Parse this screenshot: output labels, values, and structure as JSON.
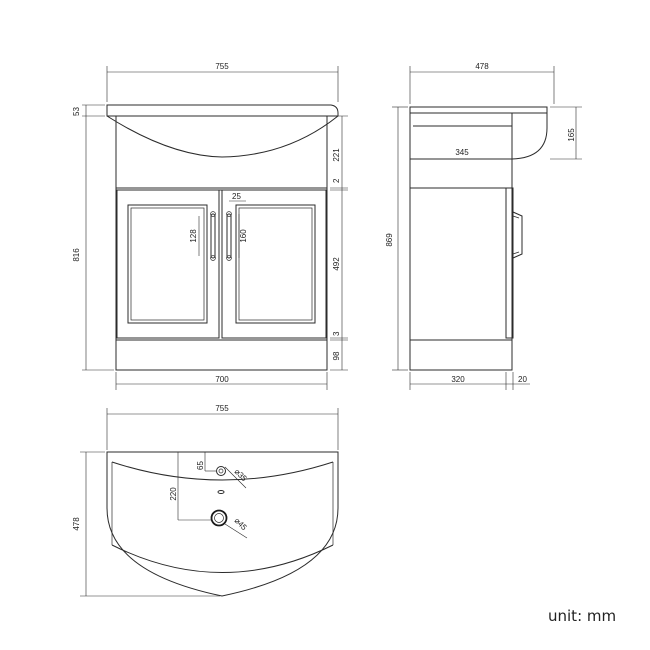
{
  "unit_label": "unit: mm",
  "front_view": {
    "overall_width": "755",
    "basin_rim_height": "53",
    "overall_height": "816",
    "basin_depth": "221",
    "gap": "2",
    "door_height": "492",
    "bottom_gap": "3",
    "plinth_height": "98",
    "cabinet_width": "700",
    "handle_offset": "25",
    "handle_length_left": "128",
    "handle_length_right": "160"
  },
  "side_view": {
    "overall_depth": "478",
    "basin_bowl_height": "165",
    "inner_depth": "345",
    "overall_height": "869",
    "cabinet_depth": "320",
    "door_thickness": "20"
  },
  "top_view": {
    "overall_width": "755",
    "overall_depth": "478",
    "tap_hole_offset": "65",
    "tap_hole_diameter": "⌀35",
    "waste_offset": "220",
    "waste_diameter": "⌀45"
  }
}
